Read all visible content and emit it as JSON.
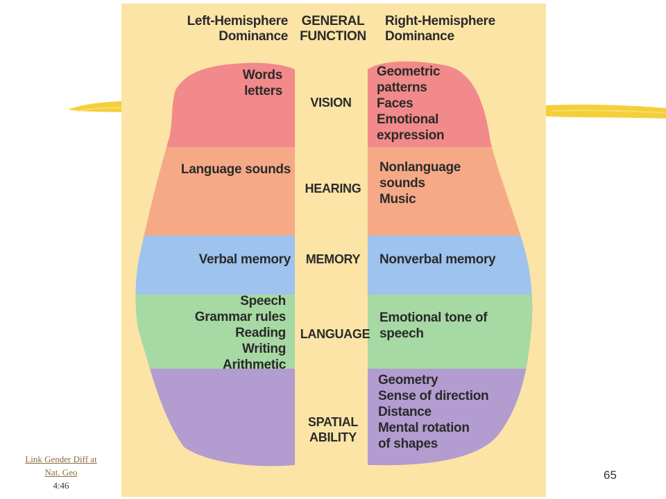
{
  "headers": {
    "left": "Left-Hemisphere\nDominance",
    "center": "GENERAL\nFUNCTION",
    "right": "Right-Hemisphere\nDominance"
  },
  "rows": [
    {
      "function": "VISION",
      "left": "Words\nletters",
      "right": "Geometric\n  patterns\nFaces\nEmotional\n  expression",
      "color": "#f2898a"
    },
    {
      "function": "HEARING",
      "left": "Language sounds",
      "right": "Nonlanguage\n  sounds\nMusic",
      "color": "#f6a987"
    },
    {
      "function": "MEMORY",
      "left": "Verbal memory",
      "right": "Nonverbal memory",
      "color": "#9ec3ee"
    },
    {
      "function": "LANGUAGE",
      "left": "Speech\nGrammar rules\nReading\nWriting\nArithmetic",
      "right": "Emotional tone of\n  speech",
      "color": "#a6d9a3"
    },
    {
      "function": "SPATIAL\nABILITY",
      "left": "",
      "right": "Geometry\nSense of direction\nDistance\nMental rotation\n  of shapes",
      "color": "#b39ccf"
    }
  ],
  "link": {
    "text": "Link Gender Diff at Nat. Geo",
    "duration": "4:46"
  },
  "page_number": "65",
  "colors": {
    "panel": "#fbe4a6",
    "accent_stroke": "#f5cf3a"
  }
}
